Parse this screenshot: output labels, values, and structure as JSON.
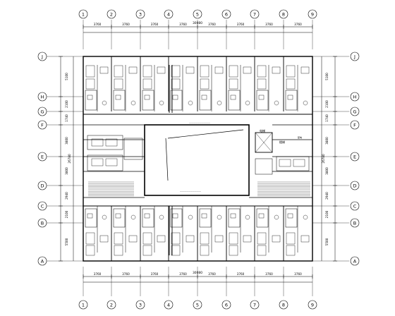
{
  "columns": [
    "1",
    "2",
    "3",
    "4",
    "5",
    "6",
    "7",
    "8",
    "9"
  ],
  "rows": [
    "J",
    "H",
    "G",
    "F",
    "E",
    "D",
    "C",
    "B",
    "A"
  ],
  "dims": {
    "bay_spans": [
      "3760",
      "3760",
      "3760",
      "3760",
      "3760",
      "3760",
      "3760",
      "3760"
    ],
    "overall_width": "30080",
    "overall_depth": "26780",
    "left_spans": [
      "5100",
      "2100",
      "1740",
      "3800",
      "3800",
      "2940",
      "2100",
      "5500"
    ],
    "right_spans": [
      "5100",
      "2100",
      "1740",
      "3800",
      "3800",
      "2940",
      "2100",
      "5500"
    ]
  },
  "labels": {
    "corridor_top": "——————————",
    "corridor_bottom": "——————————",
    "elevator_a": "电梯",
    "elevator_b": "楼梯",
    "small_right": "配电"
  }
}
